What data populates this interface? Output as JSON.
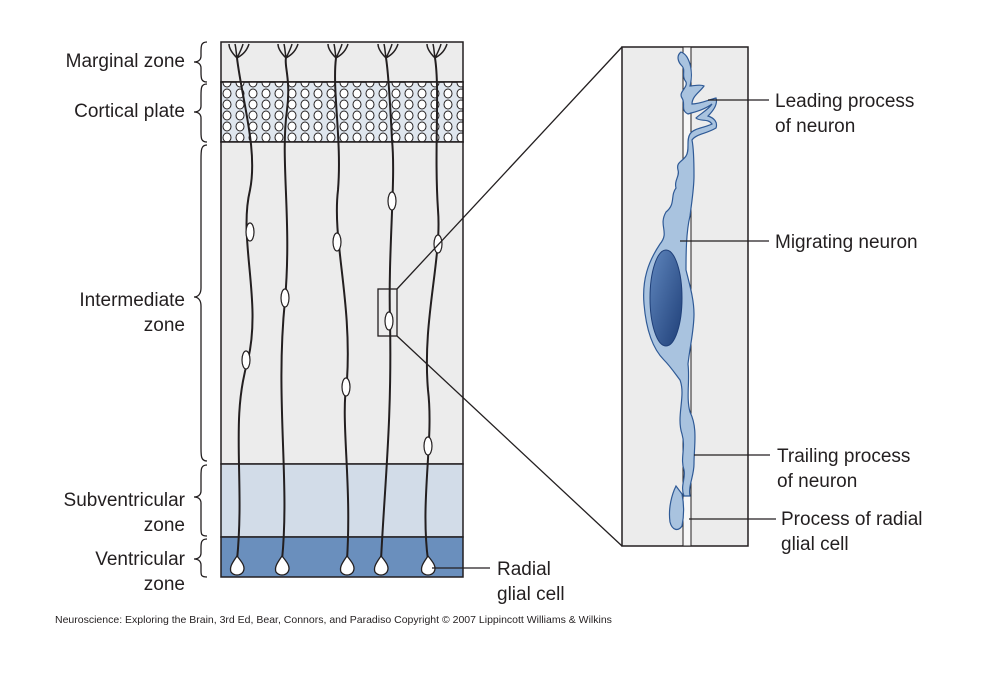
{
  "zones": {
    "marginal": "Marginal zone",
    "cortical": "Cortical plate",
    "intermediate_1": "Intermediate",
    "intermediate_2": "zone",
    "subventricular_1": "Subventricular",
    "subventricular_2": "zone",
    "ventricular_1": "Ventricular",
    "ventricular_2": "zone"
  },
  "callouts": {
    "radial_glial_1": "Radial",
    "radial_glial_2": "glial cell",
    "leading_1": "Leading process",
    "leading_2": "of neuron",
    "migrating": "Migrating neuron",
    "trailing_1": "Trailing process",
    "trailing_2": "of neuron",
    "process_glial_1": "Process of radial",
    "process_glial_2": "glial cell"
  },
  "credit": "Neuroscience: Exploring the Brain, 3rd Ed, Bear, Connors, and Paradiso Copyright © 2007 Lippincott Williams & Wilkins",
  "colors": {
    "zone_gray": "#ececec",
    "cortical_plate": "#dfe6ee",
    "subventricular": "#d2dce8",
    "ventricular": "#6a8fbd",
    "neuron_light": "#a9c3df",
    "neuron_dark": "#2f5a96"
  }
}
